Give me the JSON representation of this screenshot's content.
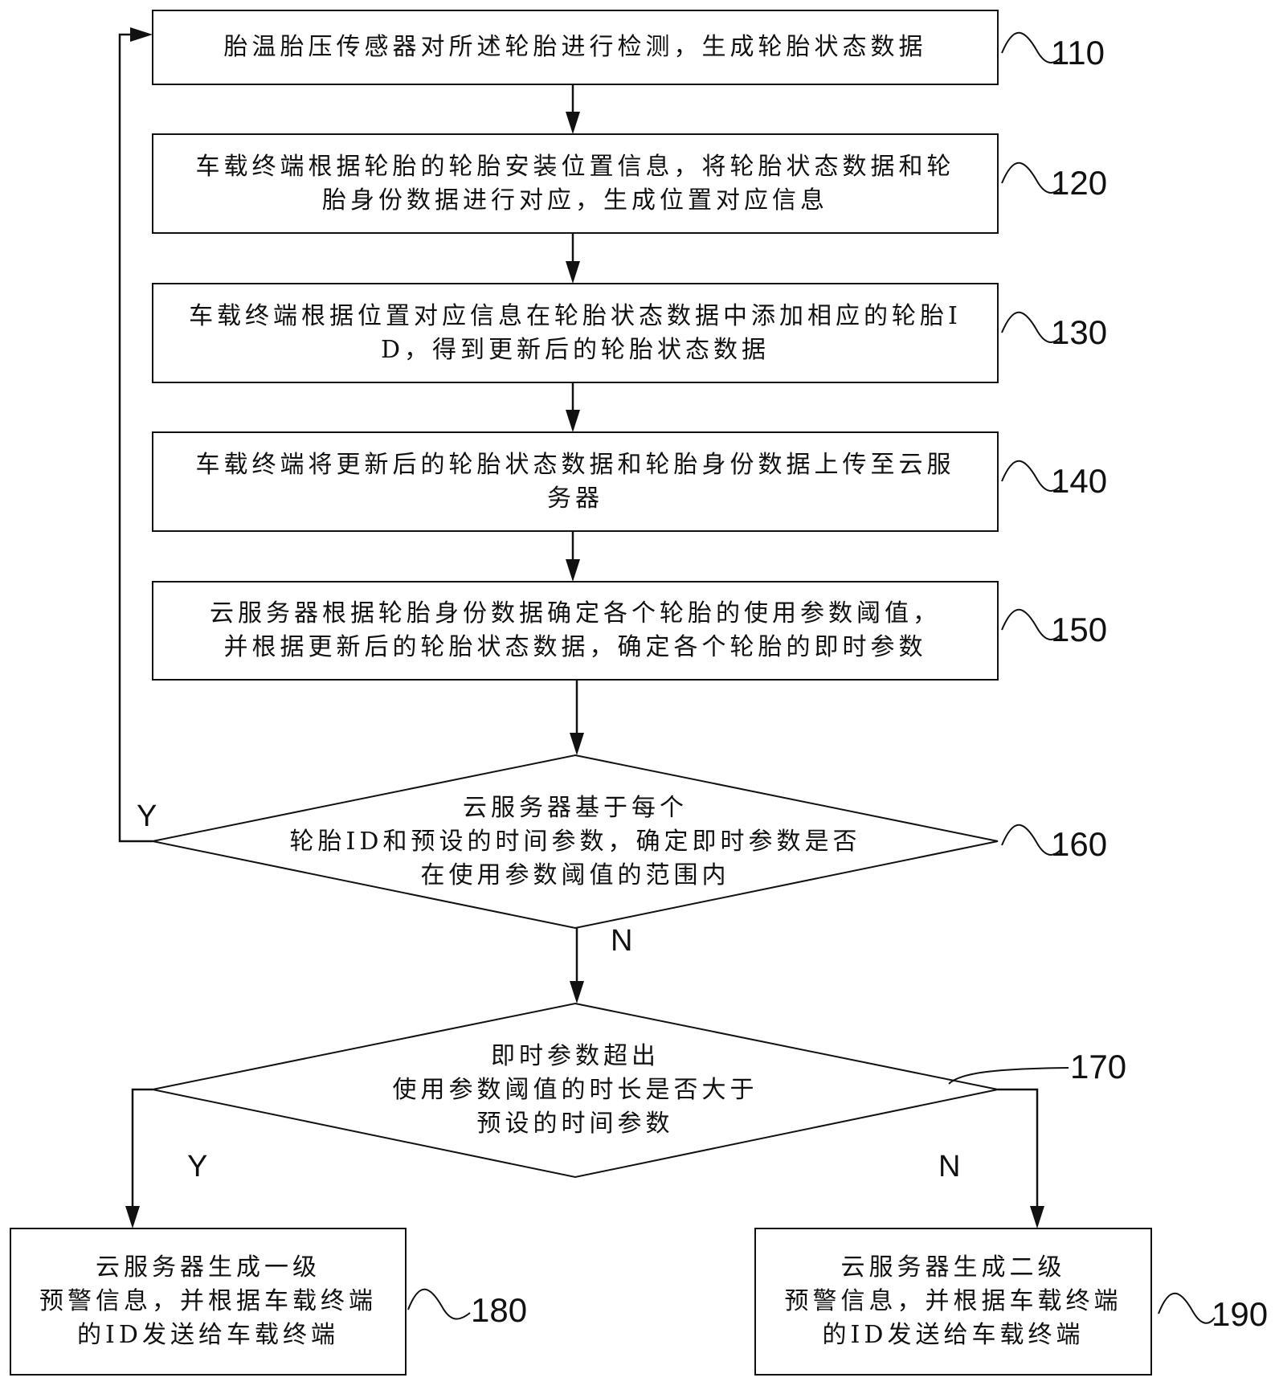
{
  "flowchart": {
    "steps": [
      {
        "id": "110",
        "shape": "process",
        "lines": [
          "胎温胎压传感器对所述轮胎进行检测，生成轮胎状态数据"
        ]
      },
      {
        "id": "120",
        "shape": "process",
        "lines": [
          "车载终端根据轮胎的轮胎安装位置信息，将轮胎状态数据和轮",
          "胎身份数据进行对应，生成位置对应信息"
        ]
      },
      {
        "id": "130",
        "shape": "process",
        "lines": [
          "车载终端根据位置对应信息在轮胎状态数据中添加相应的轮胎I",
          "D，得到更新后的轮胎状态数据"
        ]
      },
      {
        "id": "140",
        "shape": "process",
        "lines": [
          "车载终端将更新后的轮胎状态数据和轮胎身份数据上传至云服",
          "务器"
        ]
      },
      {
        "id": "150",
        "shape": "process",
        "lines": [
          "云服务器根据轮胎身份数据确定各个轮胎的使用参数阈值，",
          "并根据更新后的轮胎状态数据，确定各个轮胎的即时参数"
        ]
      },
      {
        "id": "160",
        "shape": "decision",
        "lines": [
          "云服务器基于每个",
          "轮胎ID和预设的时间参数，确定即时参数是否",
          "在使用参数阈值的范围内"
        ]
      },
      {
        "id": "170",
        "shape": "decision",
        "lines": [
          "即时参数超出",
          "使用参数阈值的时长是否大于",
          "预设的时间参数"
        ]
      },
      {
        "id": "180",
        "shape": "process",
        "lines": [
          "云服务器生成一级",
          "预警信息，并根据车载终端",
          "的ID发送给车载终端"
        ]
      },
      {
        "id": "190",
        "shape": "process",
        "lines": [
          "云服务器生成二级",
          "预警信息，并根据车载终端",
          "的ID发送给车载终端"
        ]
      }
    ],
    "branches": {
      "d160_yes": "Y",
      "d160_no": "N",
      "d170_yes": "Y",
      "d170_no": "N"
    },
    "edges": [
      {
        "from": "110",
        "to": "120"
      },
      {
        "from": "120",
        "to": "130"
      },
      {
        "from": "130",
        "to": "140"
      },
      {
        "from": "140",
        "to": "150"
      },
      {
        "from": "150",
        "to": "160"
      },
      {
        "from": "160",
        "to": "110",
        "label": "Y"
      },
      {
        "from": "160",
        "to": "170",
        "label": "N"
      },
      {
        "from": "170",
        "to": "180",
        "label": "Y"
      },
      {
        "from": "170",
        "to": "190",
        "label": "N"
      }
    ],
    "colors": {
      "stroke": "#111111",
      "background": "#ffffff"
    }
  }
}
